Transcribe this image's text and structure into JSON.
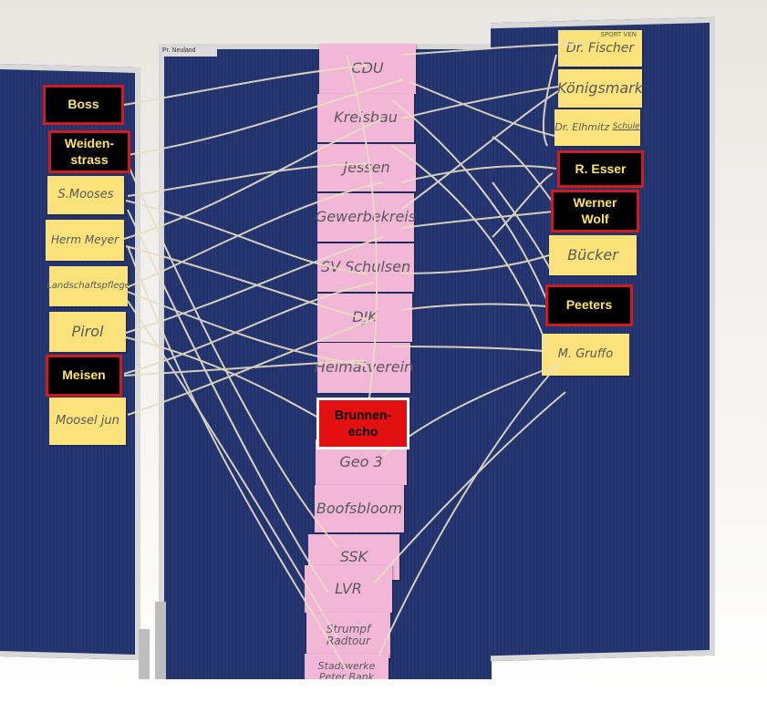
{
  "labels": {
    "boss": "Boss",
    "weidenstrass": "Weiden-\nstrass",
    "meisen": "Meisen",
    "brunnenecho": "Brunnen-\necho",
    "r_esser": "R. Esser",
    "werner_wolf": "Werner\nWolf",
    "peeters": "Peeters"
  },
  "board": {
    "header_tag": "Pr. Neuland"
  },
  "left_cards": [
    "S.Mooses",
    "Herm Meyer",
    "Landschaftspflege",
    "Pirol",
    "Moosel jun"
  ],
  "center_cards": [
    "CDU",
    "Kreisbau",
    "Jessen",
    "Gewerbekreis",
    "SV Schulsen",
    "DJK",
    "Heimatverein",
    "Geo 3",
    "Boofsbloom",
    "SSK",
    "LVR",
    "Strumpf Radtour",
    "Stadtwerke Peter Bank"
  ],
  "right_cards": [
    "Dr. Fischer",
    "Königsmark",
    "Dr. Elhmitz",
    "Bücker",
    "M. Gruffo"
  ],
  "right_card_notes": {
    "sport": "SPORT VEN",
    "schule": "Schule"
  },
  "colors": {
    "board": "#23336f",
    "pink_card": "#f2b6d6",
    "yellow_card": "#fbe27a",
    "label_bg": "#000000",
    "label_text": "#ffe55c",
    "label_border": "#d31a1a",
    "highlight_bg": "#e21010",
    "string": "#e8dfc4"
  }
}
